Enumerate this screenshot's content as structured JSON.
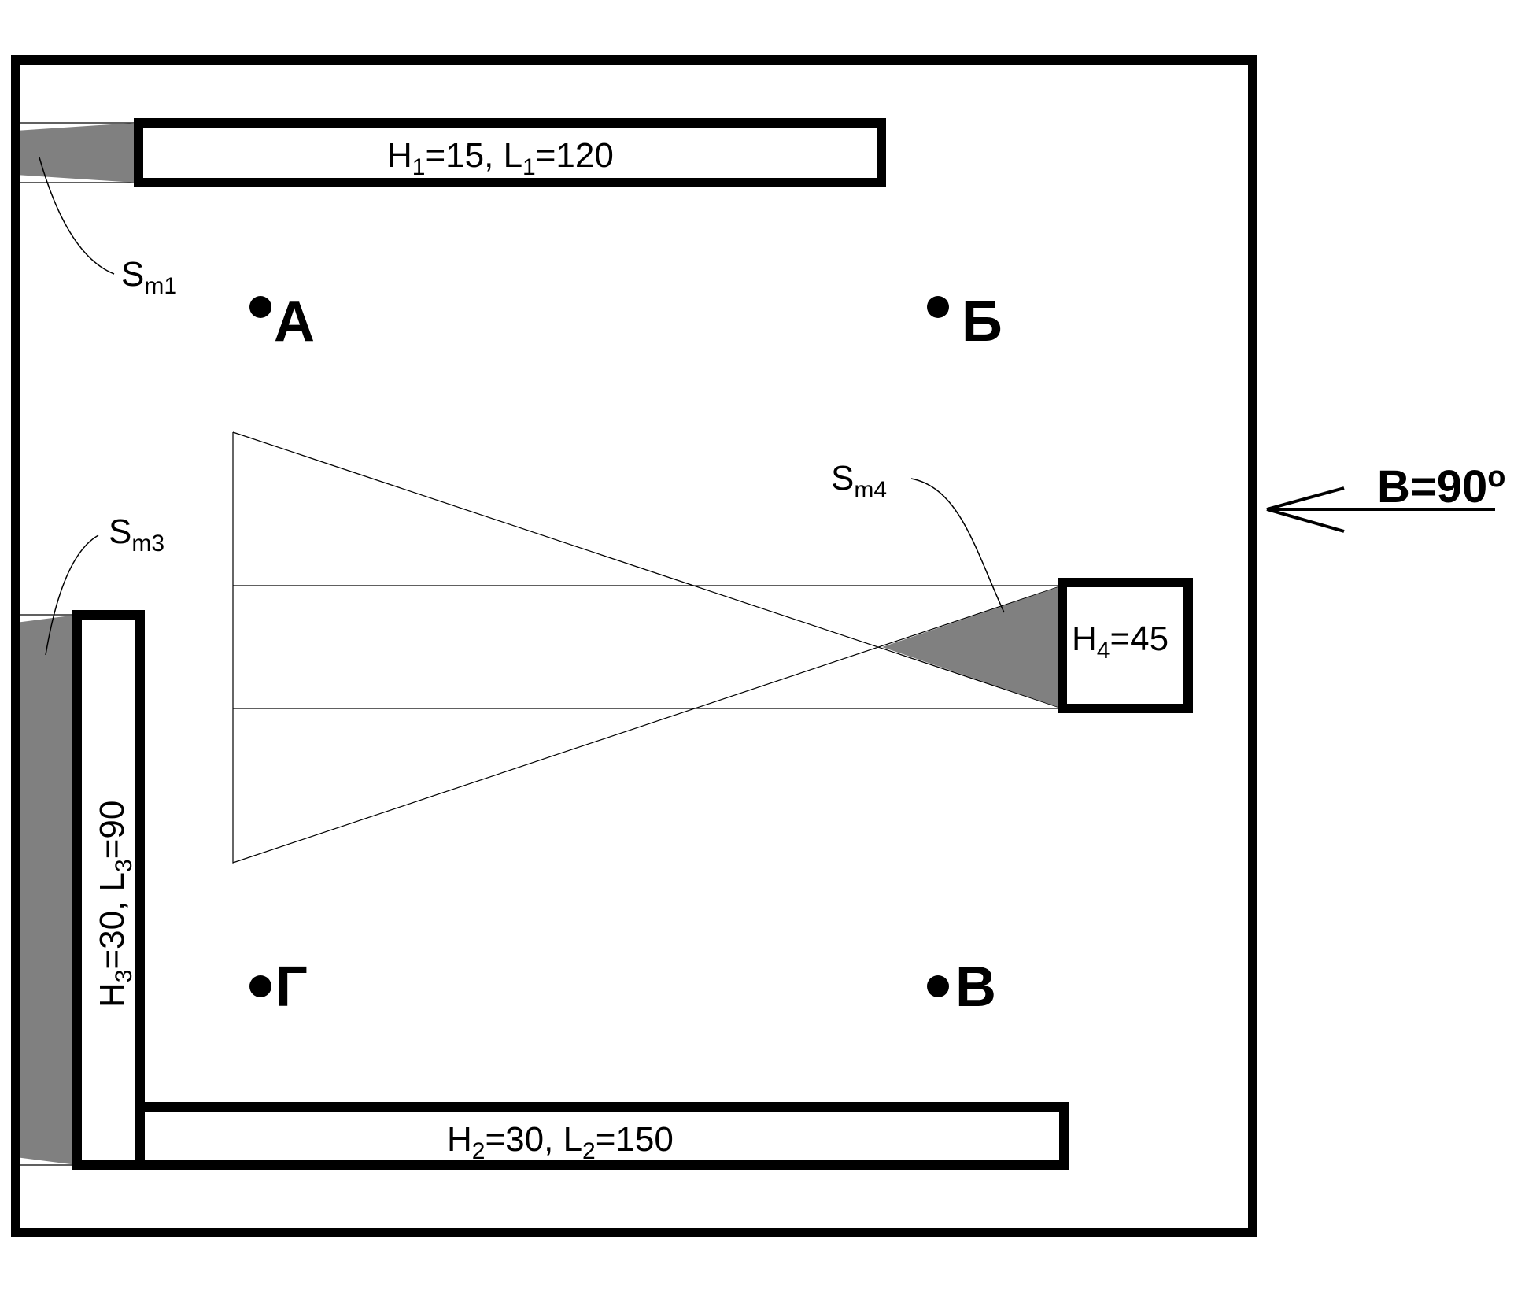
{
  "diagram": {
    "buildings": {
      "b1": {
        "h_sym": "H",
        "h_idx": "1",
        "h_val": "=15, ",
        "l_sym": "L",
        "l_idx": "1",
        "l_val": "=120"
      },
      "b2": {
        "h_sym": "H",
        "h_idx": "2",
        "h_val": "=30, ",
        "l_sym": "L",
        "l_idx": "2",
        "l_val": "=150"
      },
      "b3": {
        "h_sym": "H",
        "h_idx": "3",
        "h_val": "=30, ",
        "l_sym": "L",
        "l_idx": "3",
        "l_val": "=90"
      },
      "b4": {
        "h_sym": "H",
        "h_idx": "4",
        "h_val": "=45"
      }
    },
    "shadows": {
      "s1": {
        "sym": "S",
        "sub": "m1"
      },
      "s3": {
        "sym": "S",
        "sub": "m3"
      },
      "s4": {
        "sym": "S",
        "sub": "m4"
      }
    },
    "points": {
      "a": "А",
      "b": "Б",
      "v": "В",
      "g": "Г"
    },
    "sun": {
      "label": "B=90",
      "degree": "o"
    },
    "colors": {
      "shadow": "#808080",
      "stroke": "#000000"
    }
  }
}
